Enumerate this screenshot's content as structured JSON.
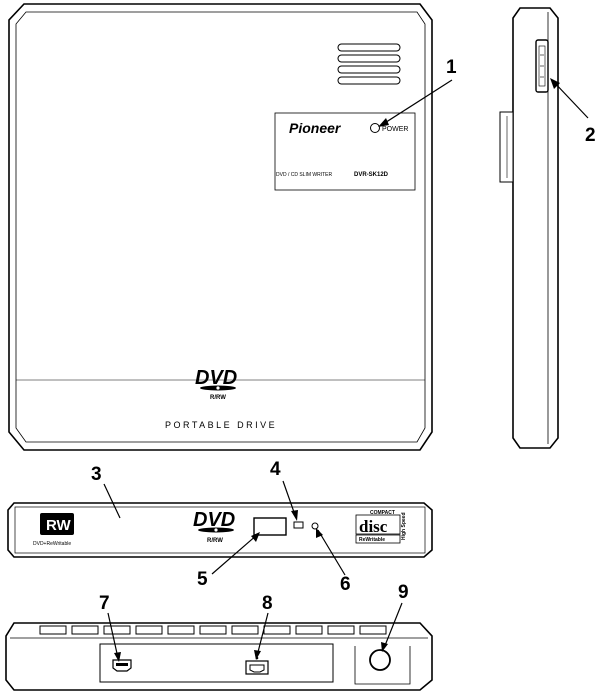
{
  "callouts": [
    "1",
    "2",
    "3",
    "4",
    "5",
    "6",
    "7",
    "8",
    "9"
  ],
  "top_view": {
    "brand": "Pioneer",
    "power_label": "POWER",
    "model_line": "DVD / CD SLIM WRITER",
    "model_number": "DVR-SK12D",
    "dvd_logo": "DVD",
    "dvd_sub": "R/RW",
    "caption": "PORTABLE DRIVE"
  },
  "front_view": {
    "rw_logo": "RW",
    "rw_caption": "DVD+ReWritable",
    "dvd_logo": "DVD",
    "dvd_sub": "R/RW",
    "cd_top": "COMPACT",
    "cd_main": "disc",
    "cd_bottom": "ReWritable",
    "cd_side": "High Speed"
  }
}
